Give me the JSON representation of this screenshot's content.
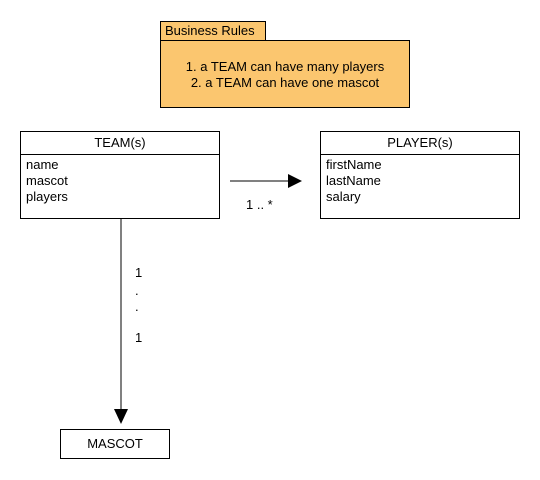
{
  "note": {
    "title": "Business Rules",
    "rules": [
      "1. a TEAM can have many players",
      "2. a TEAM can have one mascot"
    ],
    "fill_color": "#fbc66f"
  },
  "classes": {
    "team": {
      "name": "TEAM(s)",
      "attributes": [
        "name",
        "mascot",
        "players"
      ]
    },
    "player": {
      "name": "PLAYER(s)",
      "attributes": [
        "firstName",
        "lastName",
        "salary"
      ]
    },
    "mascot": {
      "name": "MASCOT"
    }
  },
  "associations": {
    "team_player": {
      "multiplicity": "1 .. *"
    },
    "team_mascot": {
      "multiplicity_top": "1",
      "dots": [
        ".",
        "."
      ],
      "multiplicity_bottom": "1"
    }
  }
}
